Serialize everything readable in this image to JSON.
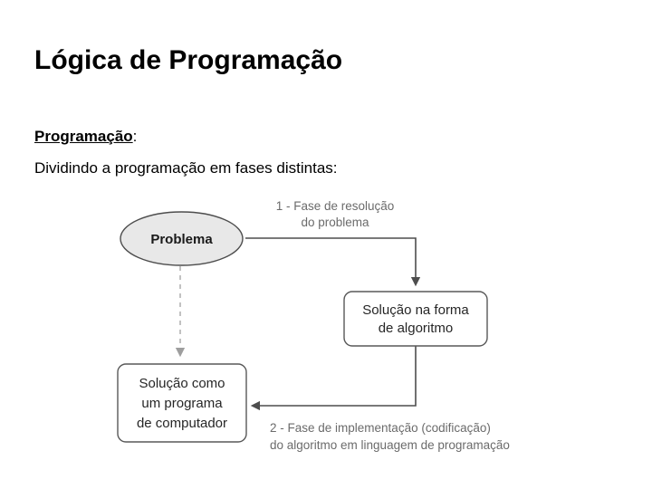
{
  "slide": {
    "title": "Lógica de Programação",
    "lead_term": "Programação",
    "lead_colon": ":",
    "subtitle": "Dividindo a programação em fases distintas:"
  },
  "diagram": {
    "nodes": {
      "problem": {
        "label": "Problema",
        "shape": "ellipse",
        "fill": "#e8e8e8",
        "stroke": "#4d4d4d"
      },
      "algorithm": {
        "line1": "Solução na forma",
        "line2": "de algoritmo",
        "shape": "rounded-rect",
        "fill": "#ffffff",
        "stroke": "#595959"
      },
      "program": {
        "line1": "Solução como",
        "line2": "um programa",
        "line3": "de computador",
        "shape": "rounded-rect",
        "fill": "#ffffff",
        "stroke": "#595959"
      }
    },
    "captions": {
      "phase1_line1": "1 - Fase de resolução",
      "phase1_line2": "do problema",
      "phase2_line1": "2 - Fase de implementação (codificação)",
      "phase2_line2": "do algoritmo em linguagem de programação",
      "color": "#6b6b6b"
    },
    "connectors": {
      "solid_color": "#4d4d4d",
      "dashed_color": "#b3b3b3"
    }
  }
}
